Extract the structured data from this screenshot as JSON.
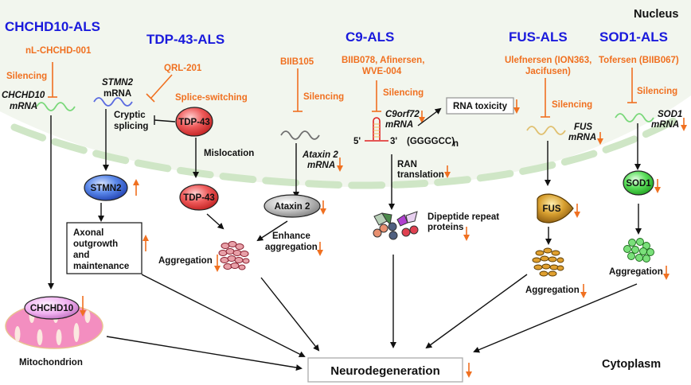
{
  "regions": {
    "nucleus": "Nucleus",
    "cytoplasm": "Cytoplasm"
  },
  "columns": {
    "chchd10": {
      "title": "CHCHD10-ALS",
      "drug": "nL-CHCHD-001",
      "mechanism": "Silencing",
      "mrna_gene": "CHCHD10",
      "mrna_word": "mRNA",
      "protein": "CHCHD10",
      "organelle": "Mitochondrion"
    },
    "tdp43": {
      "title": "TDP-43-ALS",
      "drug": "QRL-201",
      "mechanism": "Splice-switching",
      "mrna_gene": "STMN2",
      "mrna_word": "mRNA",
      "cryptic_1": "Cryptic",
      "cryptic_2": "splicing",
      "nuclear_protein": "TDP-43",
      "mislocation": "Mislocation",
      "cyto_protein": "TDP-43",
      "stmn2_protein": "STMN2",
      "axonal_1": "Axonal",
      "axonal_2": "outgrowth",
      "axonal_3": "and",
      "axonal_4": "maintenance",
      "aggregation": "Aggregation"
    },
    "ataxin": {
      "drug": "BIIB105",
      "mechanism": "Silencing",
      "mrna_gene": "Ataxin 2",
      "mrna_word": "mRNA",
      "protein": "Ataxin 2",
      "enhance_1": "Enhance",
      "enhance_2": "aggregation"
    },
    "c9": {
      "title": "C9-ALS",
      "drug_1": "BIIB078, Afinersen,",
      "drug_2": "WVE-004",
      "mechanism": "Silencing",
      "mrna_gene": "C9orf72",
      "mrna_word": "mRNA",
      "five_prime": "5'",
      "three_prime": "3'",
      "repeat": "(GGGGCC)",
      "repeat_sub": "n",
      "rna_toxicity": "RNA toxicity",
      "ran_1": "RAN",
      "ran_2": "translation",
      "dpr_1": "Dipeptide repeat",
      "dpr_2": "proteins"
    },
    "fus": {
      "title": "FUS-ALS",
      "drug_1": "Ulefnersen (ION363,",
      "drug_2": "Jacifusen)",
      "mechanism": "Silencing",
      "mrna_gene": "FUS",
      "mrna_word": "mRNA",
      "protein": "FUS",
      "aggregation": "Aggregation"
    },
    "sod1": {
      "title": "SOD1-ALS",
      "drug": "Tofersen (BIIB067)",
      "mechanism": "Silencing",
      "mrna_gene": "SOD1",
      "mrna_word": "mRNA",
      "protein": "SOD1",
      "aggregation": "Aggregation"
    }
  },
  "outcome": "Neurodegeneration",
  "colors": {
    "title_blue": "#1a1adc",
    "drug_orange": "#f07020",
    "nucleus_bg": "#f2f6ee",
    "membrane_green": "#cfe6c6",
    "tdp43_red": "#e84848",
    "stmn2_blue": "#4a78e0",
    "ataxin_gray": "#b8b8b8",
    "fus_gold": "#c89020",
    "sod1_green": "#50d050",
    "chchd10_pink": "#f0a8f0",
    "mito_pink": "#f38ec0"
  }
}
